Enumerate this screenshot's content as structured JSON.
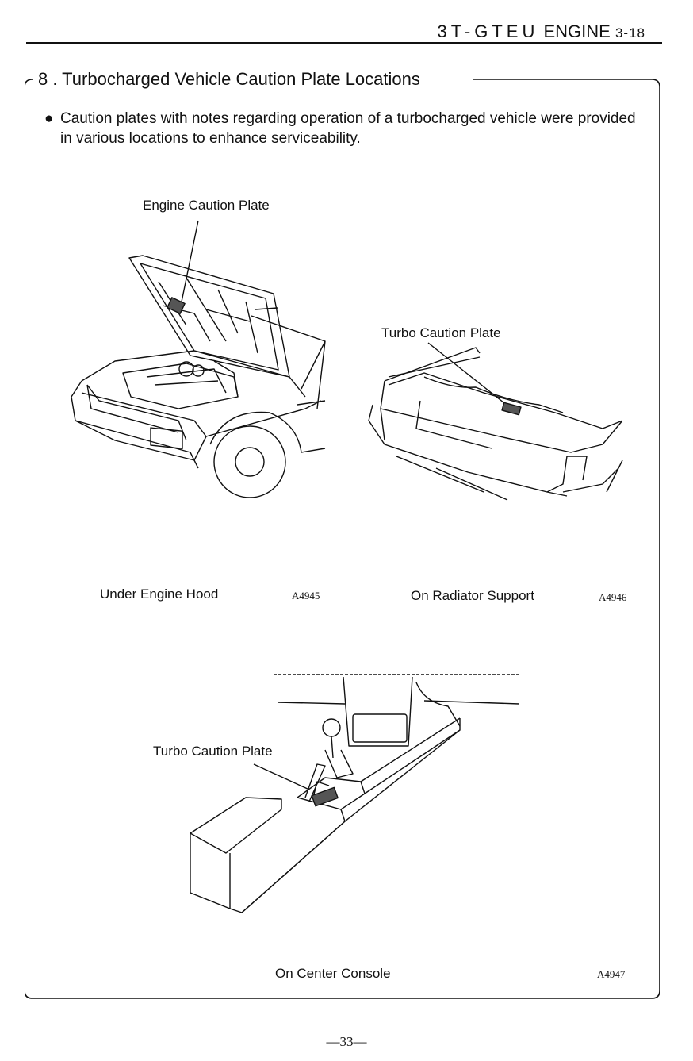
{
  "header": {
    "model": "3T-GTEU",
    "engine": "ENGINE",
    "page": "3-18"
  },
  "section": {
    "title": "8 . Turbocharged Vehicle Caution Plate Locations",
    "bullet": "Caution plates with notes regarding operation of a turbocharged vehicle were provided in various locations to enhance serviceability."
  },
  "figures": {
    "hood": {
      "label": "Engine Caution Plate",
      "caption": "Under Engine Hood",
      "id": "A4945"
    },
    "radiator": {
      "label": "Turbo Caution Plate",
      "caption": "On Radiator Support",
      "id": "A4946"
    },
    "console": {
      "label": "Turbo Caution Plate",
      "caption": "On Center Console",
      "id": "A4947"
    }
  },
  "footer": {
    "page_number": "—33—"
  }
}
